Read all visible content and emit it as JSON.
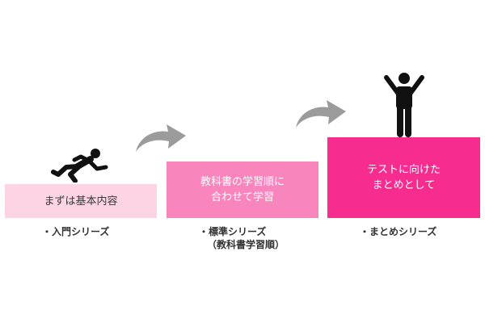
{
  "colors": {
    "step1": "#fcd4e4",
    "step2": "#f985bd",
    "step3": "#f62d8f",
    "arrow": "#9b9b9b",
    "figure": "#111111"
  },
  "steps": [
    {
      "text_lines": [
        "まずは基本内容"
      ],
      "series_label": "・入門シリーズ",
      "icon": "runner-icon"
    },
    {
      "text_lines": [
        "教科書の学習順に",
        "合わせて学習"
      ],
      "series_label": "・標準シリーズ",
      "series_label_sub": "（教科書学習順）",
      "icon": "curved-arrow-icon"
    },
    {
      "text_lines": [
        "テストに向けた",
        "まとめとして"
      ],
      "series_label": "・まとめシリーズ",
      "icon": "person-arms-raised-icon"
    }
  ]
}
